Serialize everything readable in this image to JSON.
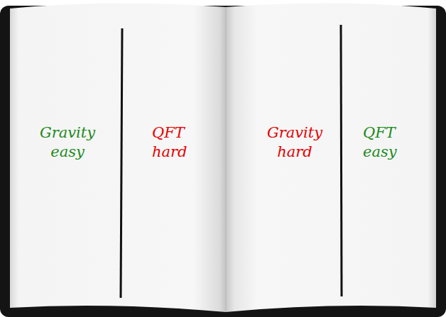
{
  "diagram": {
    "labels": [
      "Gravity easy",
      "QFT hard",
      "Gravity hard",
      "QFT easy"
    ]
  }
}
